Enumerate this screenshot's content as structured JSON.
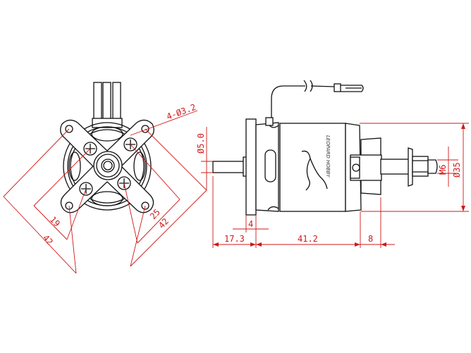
{
  "title": "Motor dimension drawing",
  "colors": {
    "outline": "#111111",
    "dimension": "#d01818"
  },
  "front_view": {
    "hole_spec": "4-Ø3.2",
    "dim_mount_left": "42",
    "dim_screw_left": "19",
    "dim_screw_right": "25",
    "dim_mount_right": "42"
  },
  "side_view": {
    "shaft_diameter": "Ø5.0",
    "body_diameter": "Ø35",
    "thread": "M6",
    "flange_thickness": "4",
    "rear_shaft_length": "17.3",
    "body_length": "41.2",
    "front_length": "8",
    "logo_text": "LEOPARD HOBBY"
  }
}
